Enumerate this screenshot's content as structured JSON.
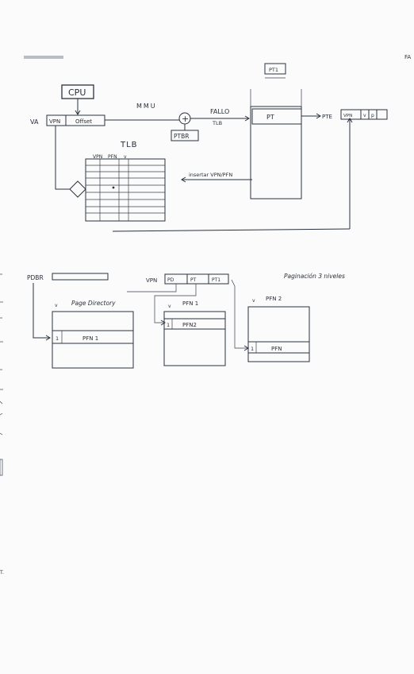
{
  "corner_text": "FA",
  "diagram1": {
    "cpu": "CPU",
    "va": "VA",
    "vpn": "VPN",
    "offset": "Offset",
    "mmu": "MMU",
    "fallo_tlb": "FALLO",
    "fallo_tlb2": "TLB",
    "ptbr": "PTBR",
    "plus": "+",
    "pt": "PT",
    "pt_tab": "PT1",
    "pte": "PTE",
    "pte_fields": [
      "VPN",
      "v",
      "p"
    ],
    "tlb": "TLB",
    "tlb_headers": [
      "VPN",
      "PFN",
      "v"
    ],
    "insertar": "insertar VPN/PFN"
  },
  "diagram2": {
    "pdbr": "PDBR",
    "vpn": "VPN",
    "vpn_fields": [
      "PD",
      "PT",
      "PT1"
    ],
    "title": "Paginación 3 niveles",
    "table1": {
      "v": "v",
      "label": "Page Directory",
      "row_v": "1",
      "row_pfn": "PFN 1"
    },
    "table2": {
      "v": "v",
      "label": "PFN 1",
      "row_v": "1",
      "row_pfn": "PFN2"
    },
    "table3": {
      "v": "v",
      "label": "PFN 2",
      "row_v": "1",
      "row_pfn": "PFN"
    }
  },
  "margin_mark": "T."
}
